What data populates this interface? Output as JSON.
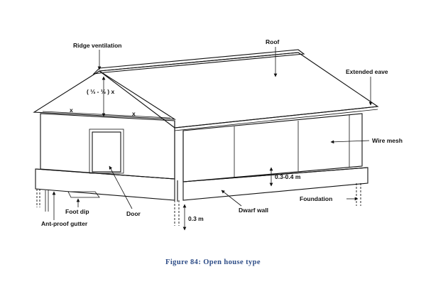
{
  "labels": {
    "ridge_ventilation": "Ridge ventilation",
    "roof": "Roof",
    "extended_eave": "Extended eave",
    "fraction": "( ⅓ - ⅓ ) x",
    "wire_mesh": "Wire mesh",
    "height_range": "0.3-0.4 m",
    "foundation": "Foundation",
    "dwarf_wall": "Dwarf wall",
    "door": "Door",
    "foot_dip": "Foot dip",
    "ant_proof_gutter": "Ant-proof gutter",
    "depth": "0.3 m",
    "x_left": "x",
    "x_right": "x"
  },
  "caption": "Figure 84: Open house type",
  "colors": {
    "caption": "#2e4d87",
    "ink": "#111111",
    "background": "#ffffff"
  }
}
